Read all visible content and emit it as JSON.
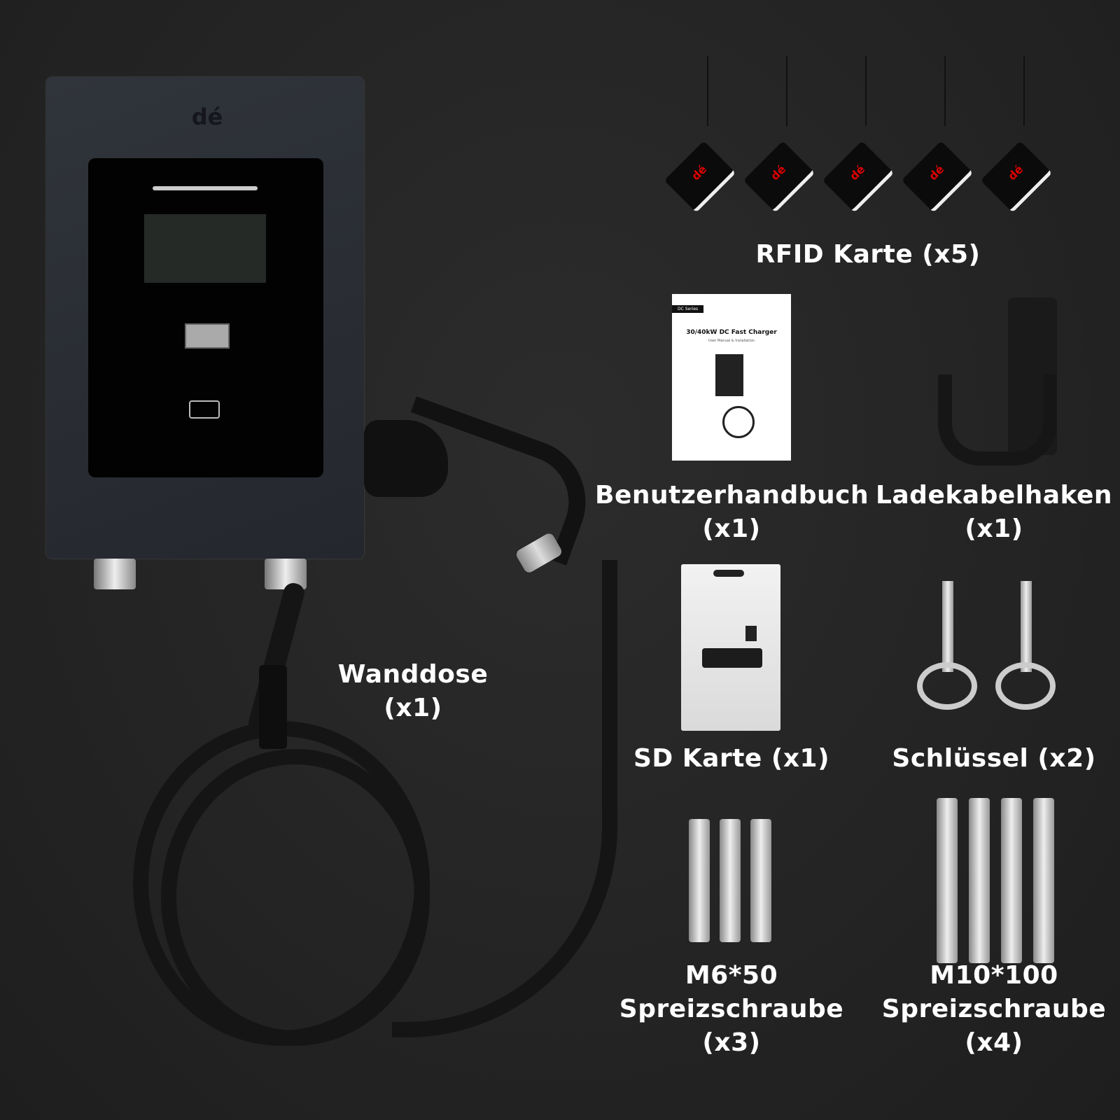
{
  "brand": {
    "logo": "dé"
  },
  "manual_cover": {
    "series_tag": "DC Series",
    "title": "30/40kW DC Fast Charger",
    "subtitle": "User Manual & Installation"
  },
  "labels": {
    "rfid": "RFID Karte (x5)",
    "manual": [
      "Benutzerhandbuch",
      "(x1)"
    ],
    "hook": [
      "Ladekabelhaken",
      "(x1)"
    ],
    "sd": "SD Karte (x1)",
    "keys": "Schlüssel (x2)",
    "wallbox": "Wanddose (x1)",
    "m6": [
      "M6*50",
      "Spreizschraube",
      "(x3)"
    ],
    "m10": [
      "M10*100",
      "Spreizschraube",
      "(x4)"
    ]
  },
  "colors": {
    "background": "#242424",
    "brand_red": "#d00000",
    "text": "#ffffff"
  }
}
